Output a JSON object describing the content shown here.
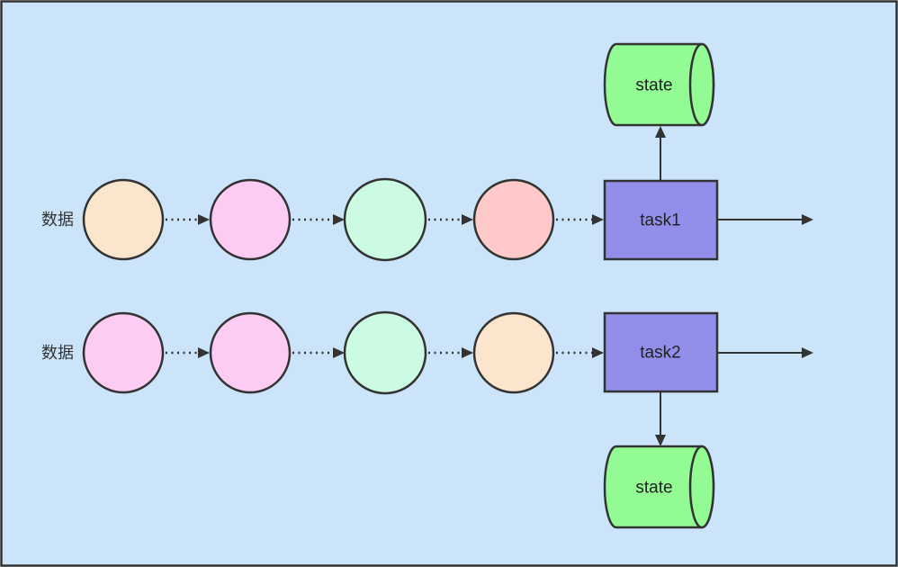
{
  "canvas": {
    "background": "#cbe4fa",
    "stroke_color": "#333333"
  },
  "rows": [
    {
      "label": "数据",
      "circles": [
        {
          "name": "peach",
          "color": "#fce5cd"
        },
        {
          "name": "pink",
          "color": "#fdccf2"
        },
        {
          "name": "mint",
          "color": "#ccfbe3"
        },
        {
          "name": "salmon",
          "color": "#ffc9c9"
        }
      ],
      "task": {
        "label": "task1",
        "color": "#928fea"
      },
      "state": {
        "label": "state",
        "color": "#93fb93",
        "position": "above"
      }
    },
    {
      "label": "数据",
      "circles": [
        {
          "name": "pink",
          "color": "#fdccf2"
        },
        {
          "name": "pink",
          "color": "#fdccf2"
        },
        {
          "name": "mint",
          "color": "#ccfbe3"
        },
        {
          "name": "peach",
          "color": "#fce5cd"
        }
      ],
      "task": {
        "label": "task2",
        "color": "#928fea"
      },
      "state": {
        "label": "state",
        "color": "#93fb93",
        "position": "below"
      }
    }
  ]
}
